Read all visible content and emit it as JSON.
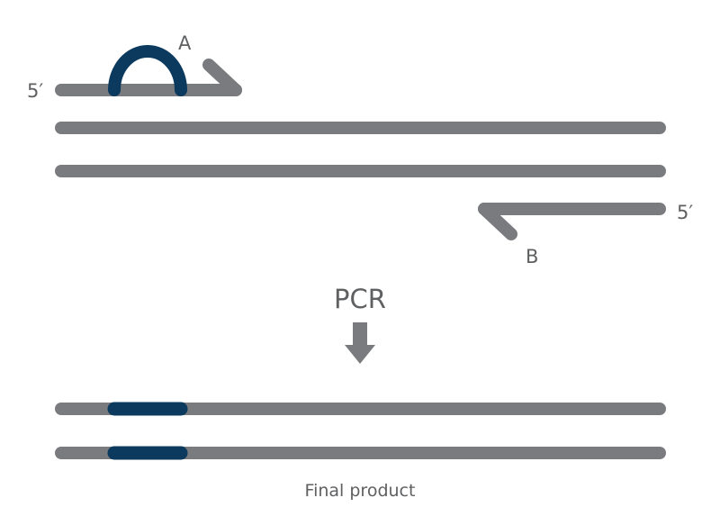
{
  "colors": {
    "strand": "#7a7b7e",
    "tag": "#0b3a5e",
    "text": "#5f6062"
  },
  "labels": {
    "primer_a": "A",
    "primer_b": "B",
    "five_prime_a": "5′",
    "five_prime_b": "5′",
    "process": "PCR",
    "result": "Final product"
  },
  "template": {
    "strands": [
      "top-strand",
      "bottom-strand"
    ]
  },
  "primer_a": {
    "direction": "forward",
    "has_tag_loop": true
  },
  "primer_b": {
    "direction": "reverse",
    "has_tag_loop": false
  },
  "product": {
    "strands": [
      "product-strand-1",
      "product-strand-2"
    ],
    "tag_incorporated": true
  }
}
